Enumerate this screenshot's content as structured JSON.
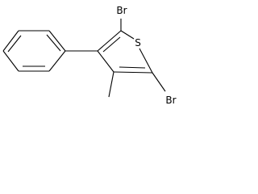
{
  "molecule": {
    "atoms": {
      "br_top": "Br",
      "sulfur": "S",
      "br_right": "Br"
    }
  }
}
